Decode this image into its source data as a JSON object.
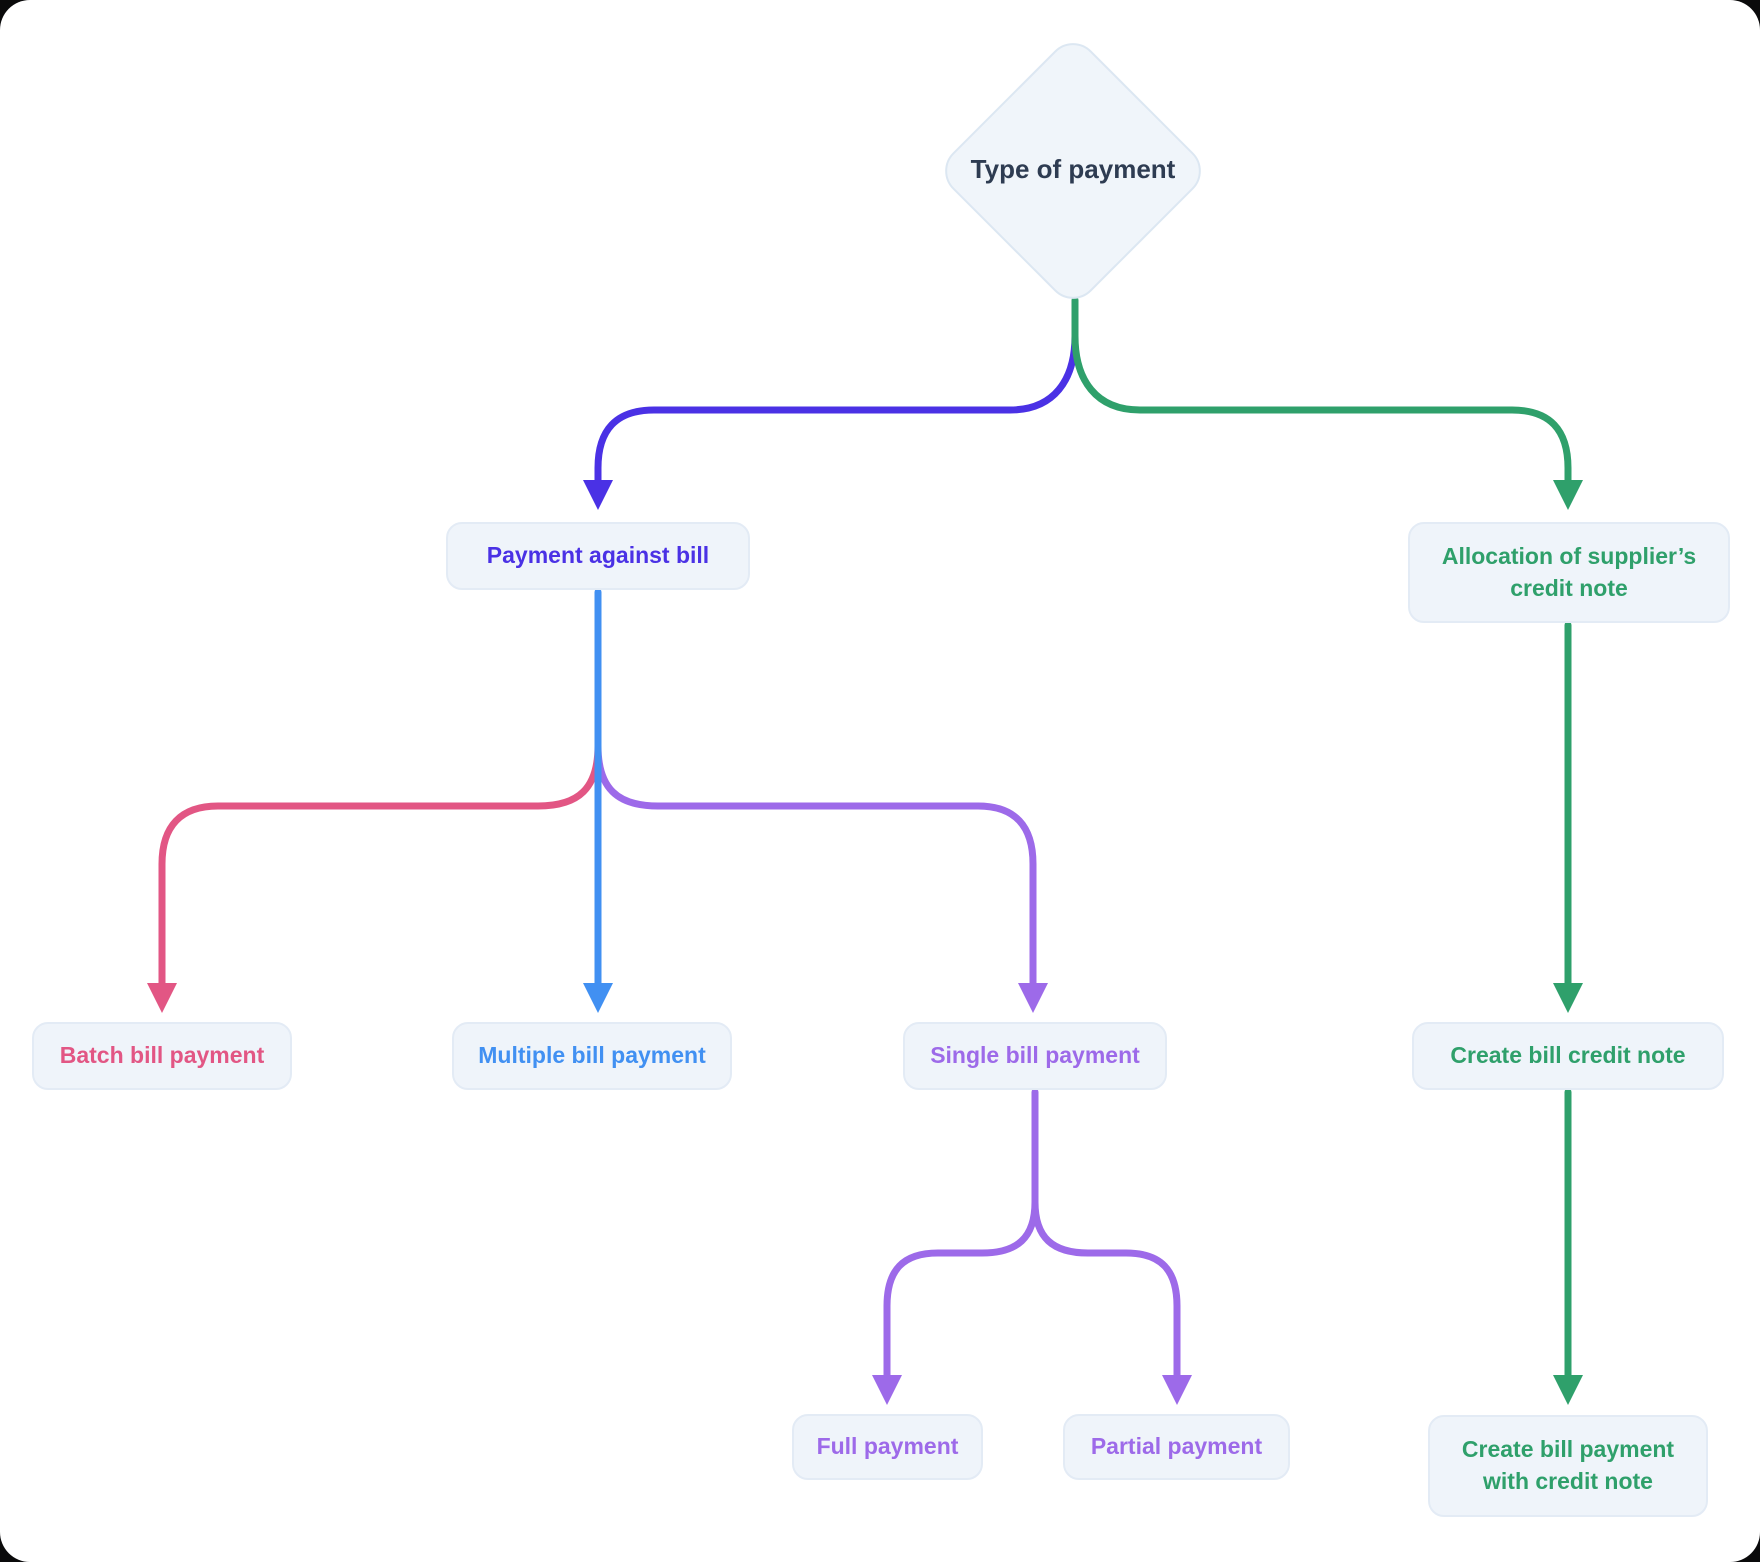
{
  "diagram_title": "Type of payment flowchart",
  "colors": {
    "indigo": "#4A31E5",
    "green": "#2FA06B",
    "blue": "#4190F2",
    "pink": "#E25684",
    "purple": "#9D6AE9",
    "node_fill": "#EFF4FA",
    "node_border": "#E3EBF5",
    "diamond_fill": "#F0F5FA",
    "diamond_border": "#DCE7F2",
    "title_text": "#2E3C52",
    "page_background": "#FFFFFF"
  },
  "nodes": {
    "type_of_payment": {
      "label": "Type of payment",
      "shape": "diamond",
      "text_color": "#2E3C52"
    },
    "payment_against_bill": {
      "label": "Payment against bill",
      "text_color": "#4A31E5"
    },
    "allocation_credit_note": {
      "label": "Allocation of supplier’s credit note",
      "lines": [
        "Allocation of supplier’s",
        "credit note"
      ],
      "text_color": "#2FA06B"
    },
    "batch_bill_payment": {
      "label": "Batch bill payment",
      "text_color": "#E25684"
    },
    "multiple_bill_payment": {
      "label": "Multiple bill payment",
      "text_color": "#4190F2"
    },
    "single_bill_payment": {
      "label": "Single bill payment",
      "text_color": "#9D6AE9"
    },
    "create_bill_credit_note": {
      "label": "Create bill credit note",
      "text_color": "#2FA06B"
    },
    "full_payment": {
      "label": "Full payment",
      "text_color": "#9D6AE9"
    },
    "partial_payment": {
      "label": "Partial payment",
      "text_color": "#9D6AE9"
    },
    "create_bill_payment_with_credit_note": {
      "label": "Create bill payment with credit note",
      "lines": [
        "Create bill payment",
        "with credit note"
      ],
      "text_color": "#2FA06B"
    }
  },
  "edges": [
    {
      "from": "type_of_payment",
      "to": "payment_against_bill",
      "color_name": "indigo"
    },
    {
      "from": "type_of_payment",
      "to": "allocation_credit_note",
      "color_name": "green"
    },
    {
      "from": "payment_against_bill",
      "to": "batch_bill_payment",
      "color_name": "pink"
    },
    {
      "from": "payment_against_bill",
      "to": "multiple_bill_payment",
      "color_name": "blue"
    },
    {
      "from": "payment_against_bill",
      "to": "single_bill_payment",
      "color_name": "purple"
    },
    {
      "from": "allocation_credit_note",
      "to": "create_bill_credit_note",
      "color_name": "green"
    },
    {
      "from": "create_bill_credit_note",
      "to": "create_bill_payment_with_credit_note",
      "color_name": "green"
    },
    {
      "from": "single_bill_payment",
      "to": "full_payment",
      "color_name": "purple"
    },
    {
      "from": "single_bill_payment",
      "to": "partial_payment",
      "color_name": "purple"
    }
  ]
}
